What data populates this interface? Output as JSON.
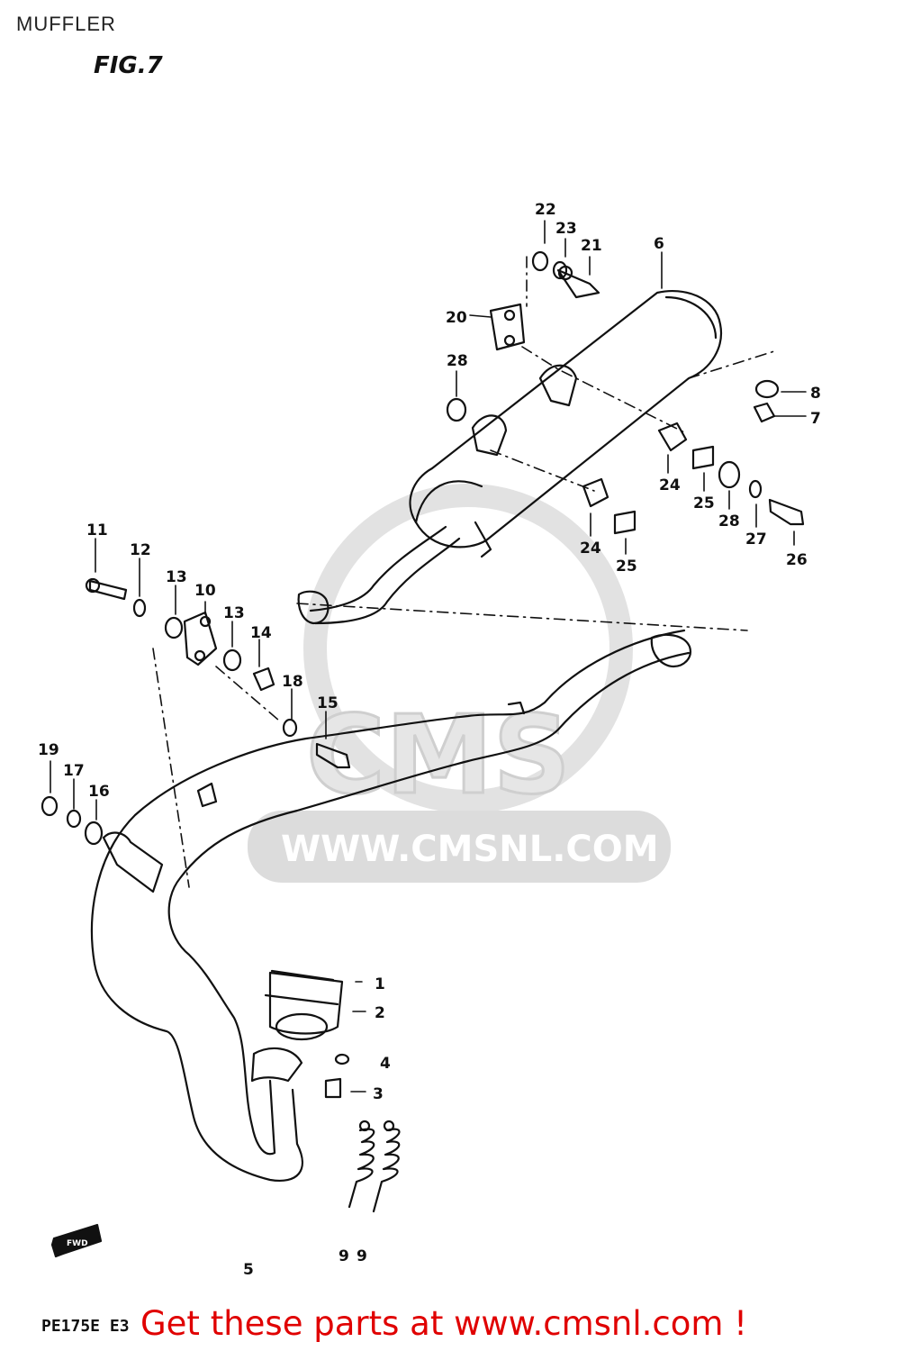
{
  "page": {
    "title": "MUFFLER",
    "figure_label": "FIG.7",
    "model_code": "PE175E E3",
    "cta_text": "Get these parts at www.cmsnl.com !"
  },
  "watermark": {
    "logo_text": "CMS",
    "url": "WWW.CMSNL.COM"
  },
  "fwd_arrow": {
    "text": "FWD"
  },
  "part_numbers": [
    "1",
    "2",
    "3",
    "4",
    "5",
    "6",
    "7",
    "8",
    "9",
    "9",
    "10",
    "11",
    "12",
    "13",
    "13",
    "14",
    "15",
    "16",
    "17",
    "18",
    "19",
    "20",
    "21",
    "22",
    "23",
    "24",
    "24",
    "25",
    "25",
    "26",
    "27",
    "28",
    "28"
  ],
  "colors": {
    "cta": "#e00000",
    "line": "#111111",
    "watermark": "#dddddd"
  }
}
